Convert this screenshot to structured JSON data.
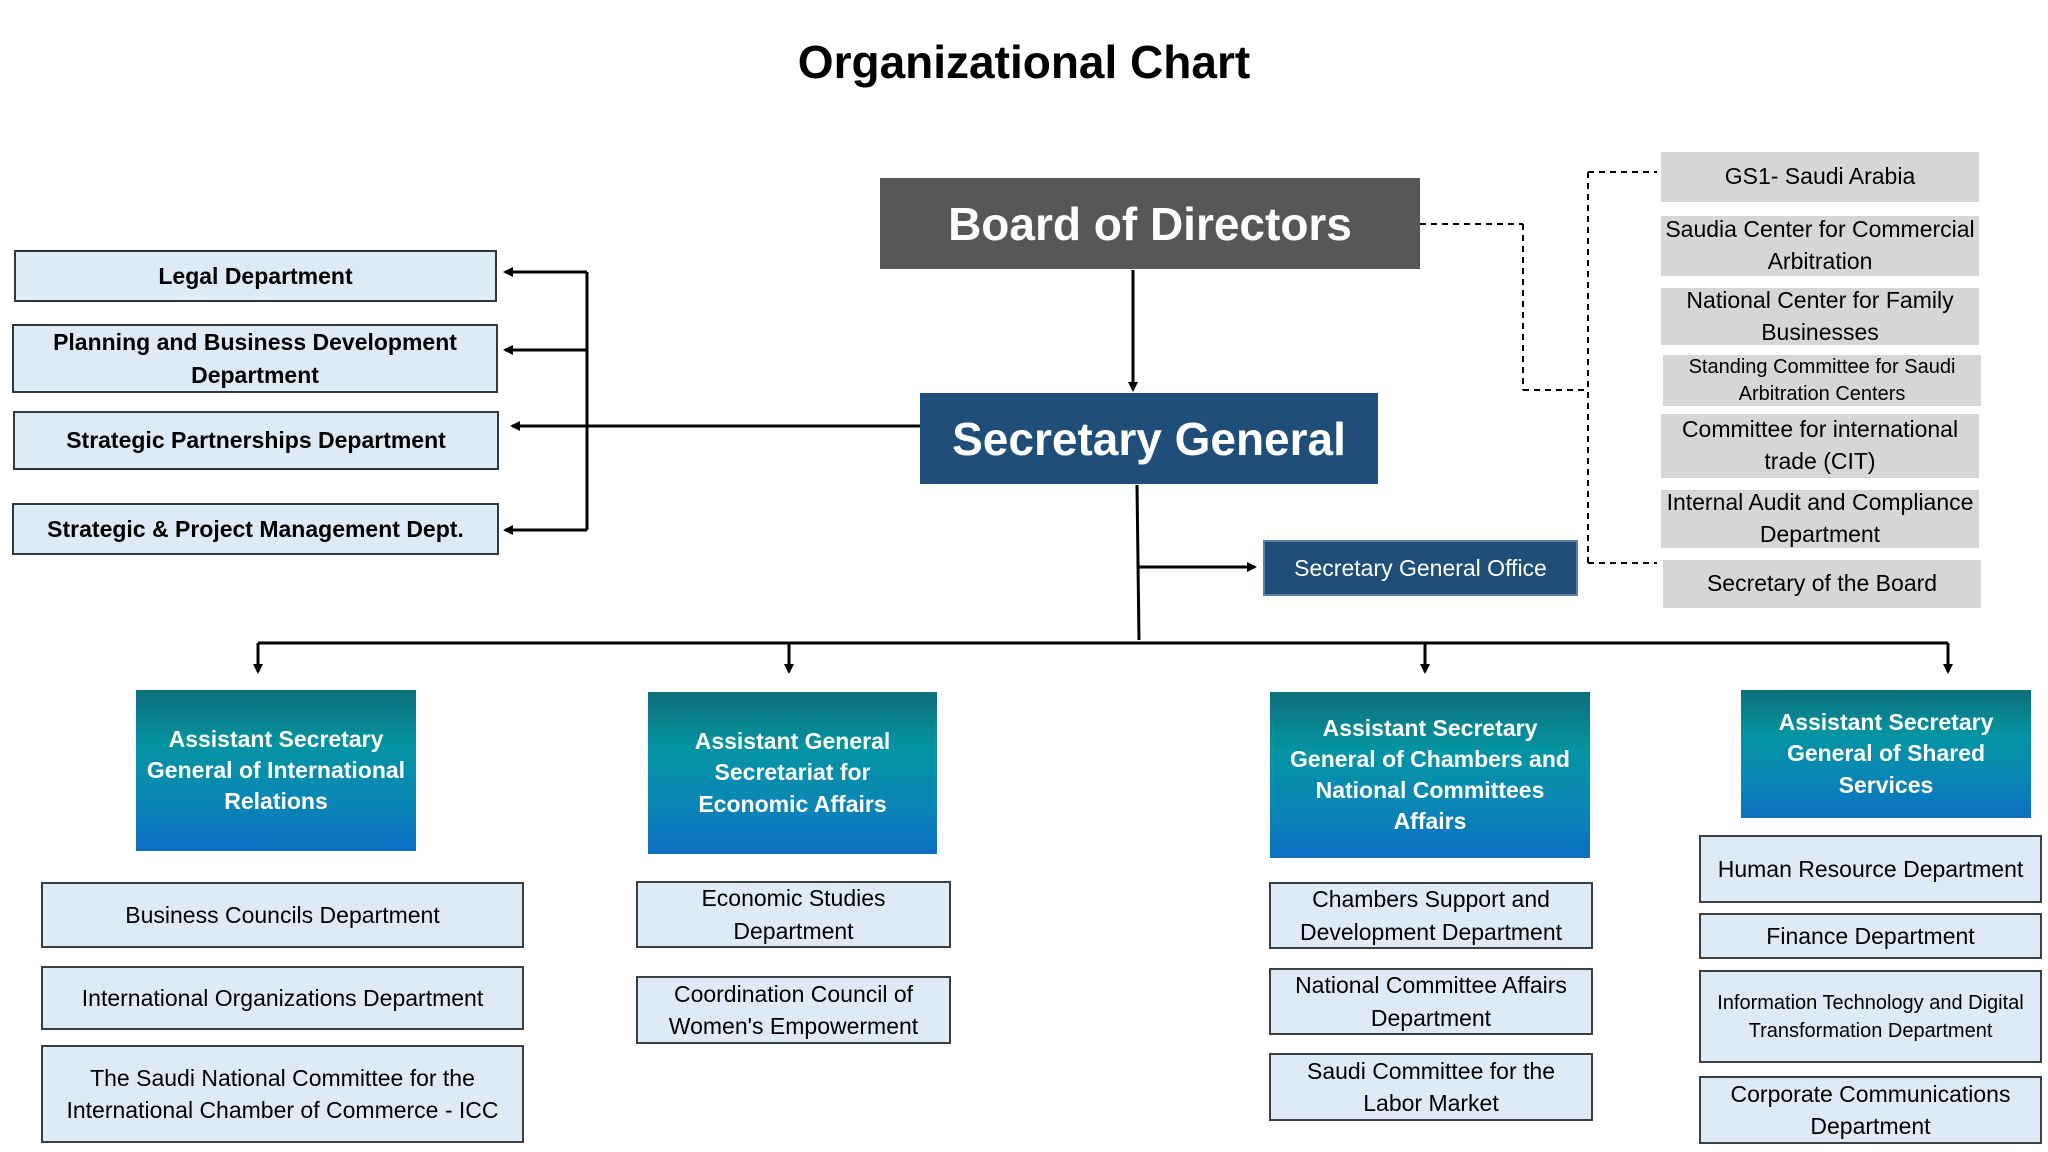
{
  "title": "Organizational Chart",
  "board": "Board of Directors",
  "secretary_general": "Secretary General",
  "secretary_general_office": "Secretary General Office",
  "left_departments": [
    "Legal Department",
    "Planning and Business Development Department",
    "Strategic Partnerships Department",
    "Strategic & Project Management Dept."
  ],
  "board_affiliates": [
    "GS1- Saudi Arabia",
    "Saudia Center for Commercial Arbitration",
    "National Center for Family Businesses",
    "Standing Committee for Saudi Arbitration Centers",
    "Committee for international trade (CIT)",
    "Internal Audit and Compliance Department",
    "Secretary of the Board"
  ],
  "assistants": [
    {
      "title": "Assistant Secretary General of International Relations",
      "departments": [
        "Business Councils Department",
        "International Organizations Department",
        "The Saudi National Committee for the International Chamber of Commerce - ICC"
      ]
    },
    {
      "title": "Assistant General Secretariat for Economic Affairs",
      "departments": [
        "Economic Studies Department",
        "Coordination Council of Women's Empowerment"
      ]
    },
    {
      "title": "Assistant Secretary General of Chambers and National Committees Affairs",
      "departments": [
        "Chambers Support and Development Department",
        "National Committee Affairs Department",
        "Saudi Committee for the Labor Market"
      ]
    },
    {
      "title": "Assistant Secretary General of Shared Services",
      "departments": [
        "Human Resource Department",
        "Finance Department",
        "Information Technology and Digital Transformation Department",
        "Corporate Communications Department"
      ]
    }
  ]
}
